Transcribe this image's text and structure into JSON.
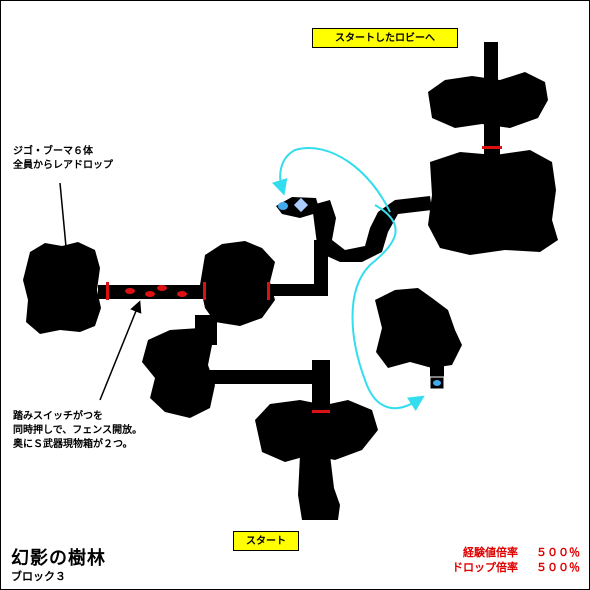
{
  "map": {
    "area_title": "幻影の樹林",
    "block_label": "ブロック３",
    "lobby_label": "スタートしたロビーへ",
    "start_label": "スタート",
    "note_jigo": [
      "ジゴ・ブーマ６体",
      "全員からレアドロップ"
    ],
    "note_switch": [
      "踏みスイッチがつを",
      "同時押しで、フェンス開放。",
      "奥にＳ武器現物箱が２つ。"
    ],
    "rates": [
      {
        "label": "経験値倍率",
        "value": "５００％"
      },
      {
        "label": "ドロップ倍率",
        "value": "５００％"
      }
    ]
  },
  "colors": {
    "room": "#000000",
    "route_line": "#33ddee",
    "fence": "#dd1111",
    "label_bg": "#ffff00",
    "rate_text": "#e00000",
    "teleporter": "#44aaee"
  }
}
